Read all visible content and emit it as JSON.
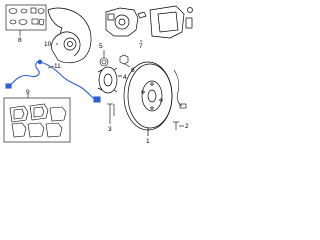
{
  "diagram": {
    "line_color": "#000000",
    "highlight_color": "#2f5fd0",
    "callouts": [
      {
        "id": "c8",
        "label": "8"
      },
      {
        "id": "c10",
        "label": "10"
      },
      {
        "id": "c5",
        "label": "5"
      },
      {
        "id": "c6",
        "label": "6"
      },
      {
        "id": "c7",
        "label": "7"
      },
      {
        "id": "c4",
        "label": "4"
      },
      {
        "id": "c11",
        "label": "11"
      },
      {
        "id": "c9",
        "label": "9"
      },
      {
        "id": "c2",
        "label": "2"
      },
      {
        "id": "c3",
        "label": "3"
      },
      {
        "id": "c1",
        "label": "1"
      }
    ]
  }
}
